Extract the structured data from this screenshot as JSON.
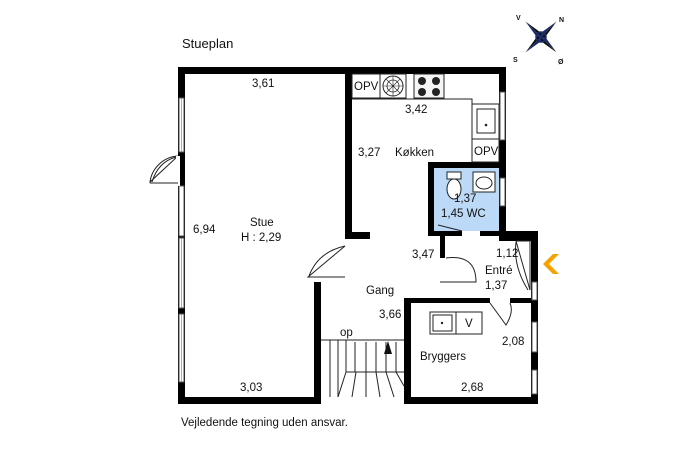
{
  "title": "Stueplan",
  "disclaimer": "Vejledende tegning uden ansvar.",
  "compass": {
    "n": "N",
    "v": "V",
    "s": "S",
    "o": "Ø"
  },
  "rooms": {
    "stue": {
      "name": "Stue",
      "height": "H : 2,29",
      "top": "3,61",
      "side": "6,94",
      "bottom": "3,03"
    },
    "kokken": {
      "name": "Køkken",
      "top": "3,42",
      "side": "3,27",
      "opv1": "OPV",
      "opv2": "OPV"
    },
    "wc": {
      "width": "1,37",
      "name": "1,45 WC"
    },
    "gang": {
      "name": "Gang",
      "top": "3,47",
      "side": "3,66",
      "stairs": "op"
    },
    "entre": {
      "top": "1,12",
      "name": "Entré",
      "side": "1,37"
    },
    "bryggers": {
      "name": "Bryggers",
      "side": "2,08",
      "bottom": "2,68",
      "washer": "V"
    }
  },
  "colors": {
    "wc_fill": "#bcd9f7",
    "entrance_arrow": "#f4a300",
    "wall": "#000000"
  }
}
